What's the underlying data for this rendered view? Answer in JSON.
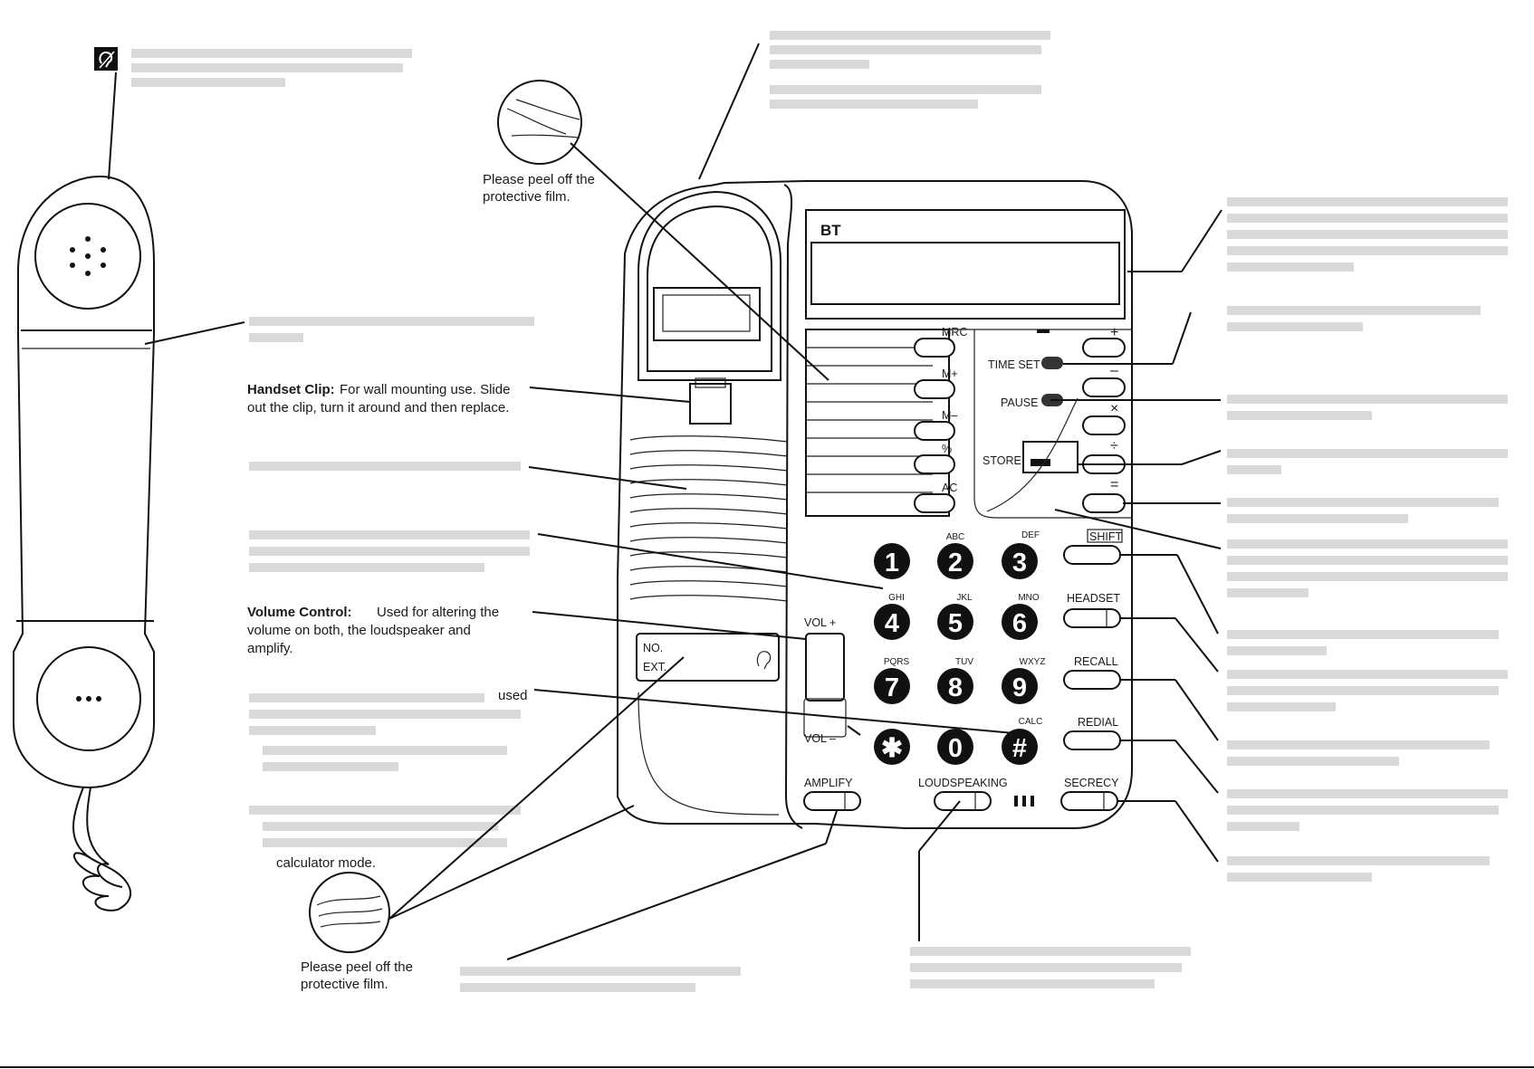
{
  "callouts": {
    "handset_clip_title": "Handset Clip:",
    "handset_clip_line1": "For wall mounting use. Slide",
    "handset_clip_line2": "out the clip, turn it around and then replace.",
    "volume_title": "Volume Control:",
    "volume_line1": "Used for altering the",
    "volume_line2": "volume on both, the loudspeaker and",
    "volume_line3": "amplify.",
    "used_fragment": "used",
    "calculator_fragment": "calculator mode.",
    "peel_top_line1": "Please peel off the",
    "peel_top_line2": "protective film.",
    "peel_bottom_line1": "Please peel off the",
    "peel_bottom_line2": "protective film."
  },
  "phone": {
    "brand": "BT",
    "memory_keys": [
      "MRC",
      "M+",
      "M–",
      "%",
      "AC"
    ],
    "calc_keys": [
      "+",
      "–",
      "×",
      "÷",
      "="
    ],
    "time_set_label": "TIME SET",
    "pause_label": "PAUSE",
    "store_label": "STORE",
    "shift_label": "SHIFT",
    "headset_label": "HEADSET",
    "recall_label": "RECALL",
    "redial_label": "REDIAL",
    "secrecy_label": "SECRECY",
    "amplify_label": "AMPLIFY",
    "loudspeaking_label": "LOUDSPEAKING",
    "vol_plus_label": "VOL +",
    "vol_minus_label": "VOL –",
    "no_label": "NO.",
    "ext_label": "EXT.",
    "calc_letters": "CALC",
    "keypad": [
      {
        "digit": "1",
        "letters": ""
      },
      {
        "digit": "2",
        "letters": "ABC"
      },
      {
        "digit": "3",
        "letters": "DEF"
      },
      {
        "digit": "4",
        "letters": "GHI"
      },
      {
        "digit": "5",
        "letters": "JKL"
      },
      {
        "digit": "6",
        "letters": "MNO"
      },
      {
        "digit": "7",
        "letters": "PQRS"
      },
      {
        "digit": "8",
        "letters": "TUV"
      },
      {
        "digit": "9",
        "letters": "WXYZ"
      },
      {
        "digit": "✱",
        "letters": ""
      },
      {
        "digit": "0",
        "letters": ""
      },
      {
        "digit": "#",
        "letters": ""
      }
    ]
  },
  "icons": [
    "hearing-aid-icon",
    "handset-earpiece-icon",
    "handset-mouthpiece-icon",
    "peel-film-icon"
  ]
}
